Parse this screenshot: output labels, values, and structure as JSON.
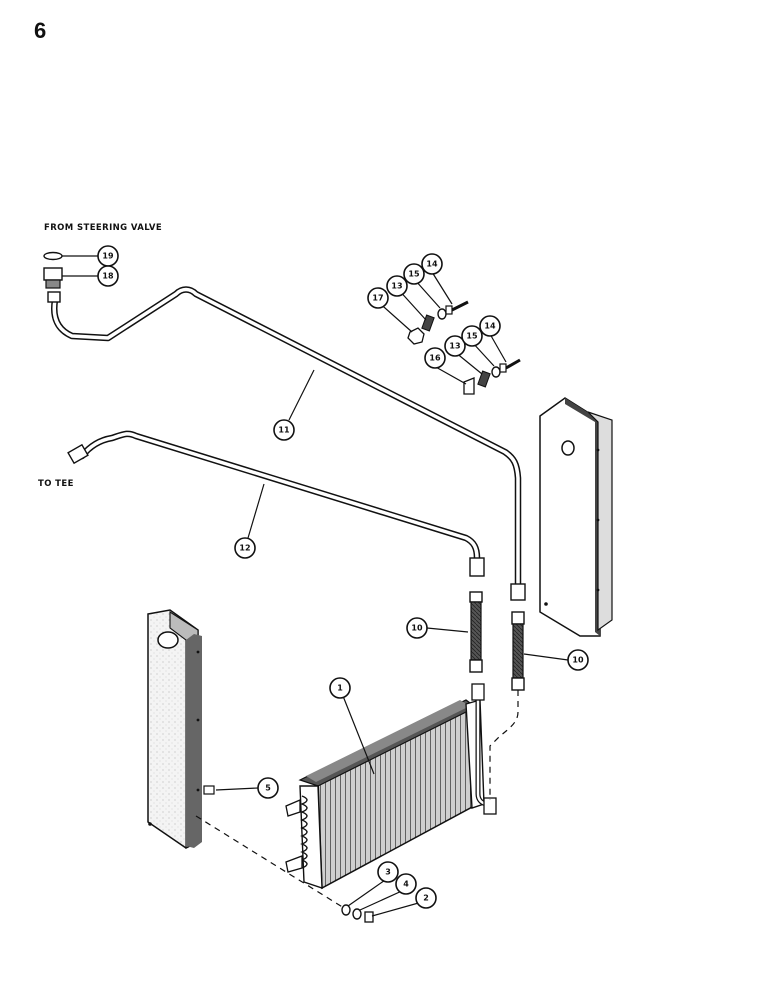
{
  "page": {
    "number": "6"
  },
  "labels": {
    "from_steering_valve": "FROM STEERING VALVE",
    "to_tee": "TO TEE"
  },
  "callouts": {
    "c1": "1",
    "c2": "2",
    "c3": "3",
    "c4": "4",
    "c5": "5",
    "c10a": "10",
    "c10b": "10",
    "c11": "11",
    "c12": "12",
    "c13a": "13",
    "c13b": "13",
    "c14a": "14",
    "c14b": "14",
    "c15a": "15",
    "c15b": "15",
    "c16": "16",
    "c17": "17",
    "c18": "18",
    "c19": "19"
  }
}
